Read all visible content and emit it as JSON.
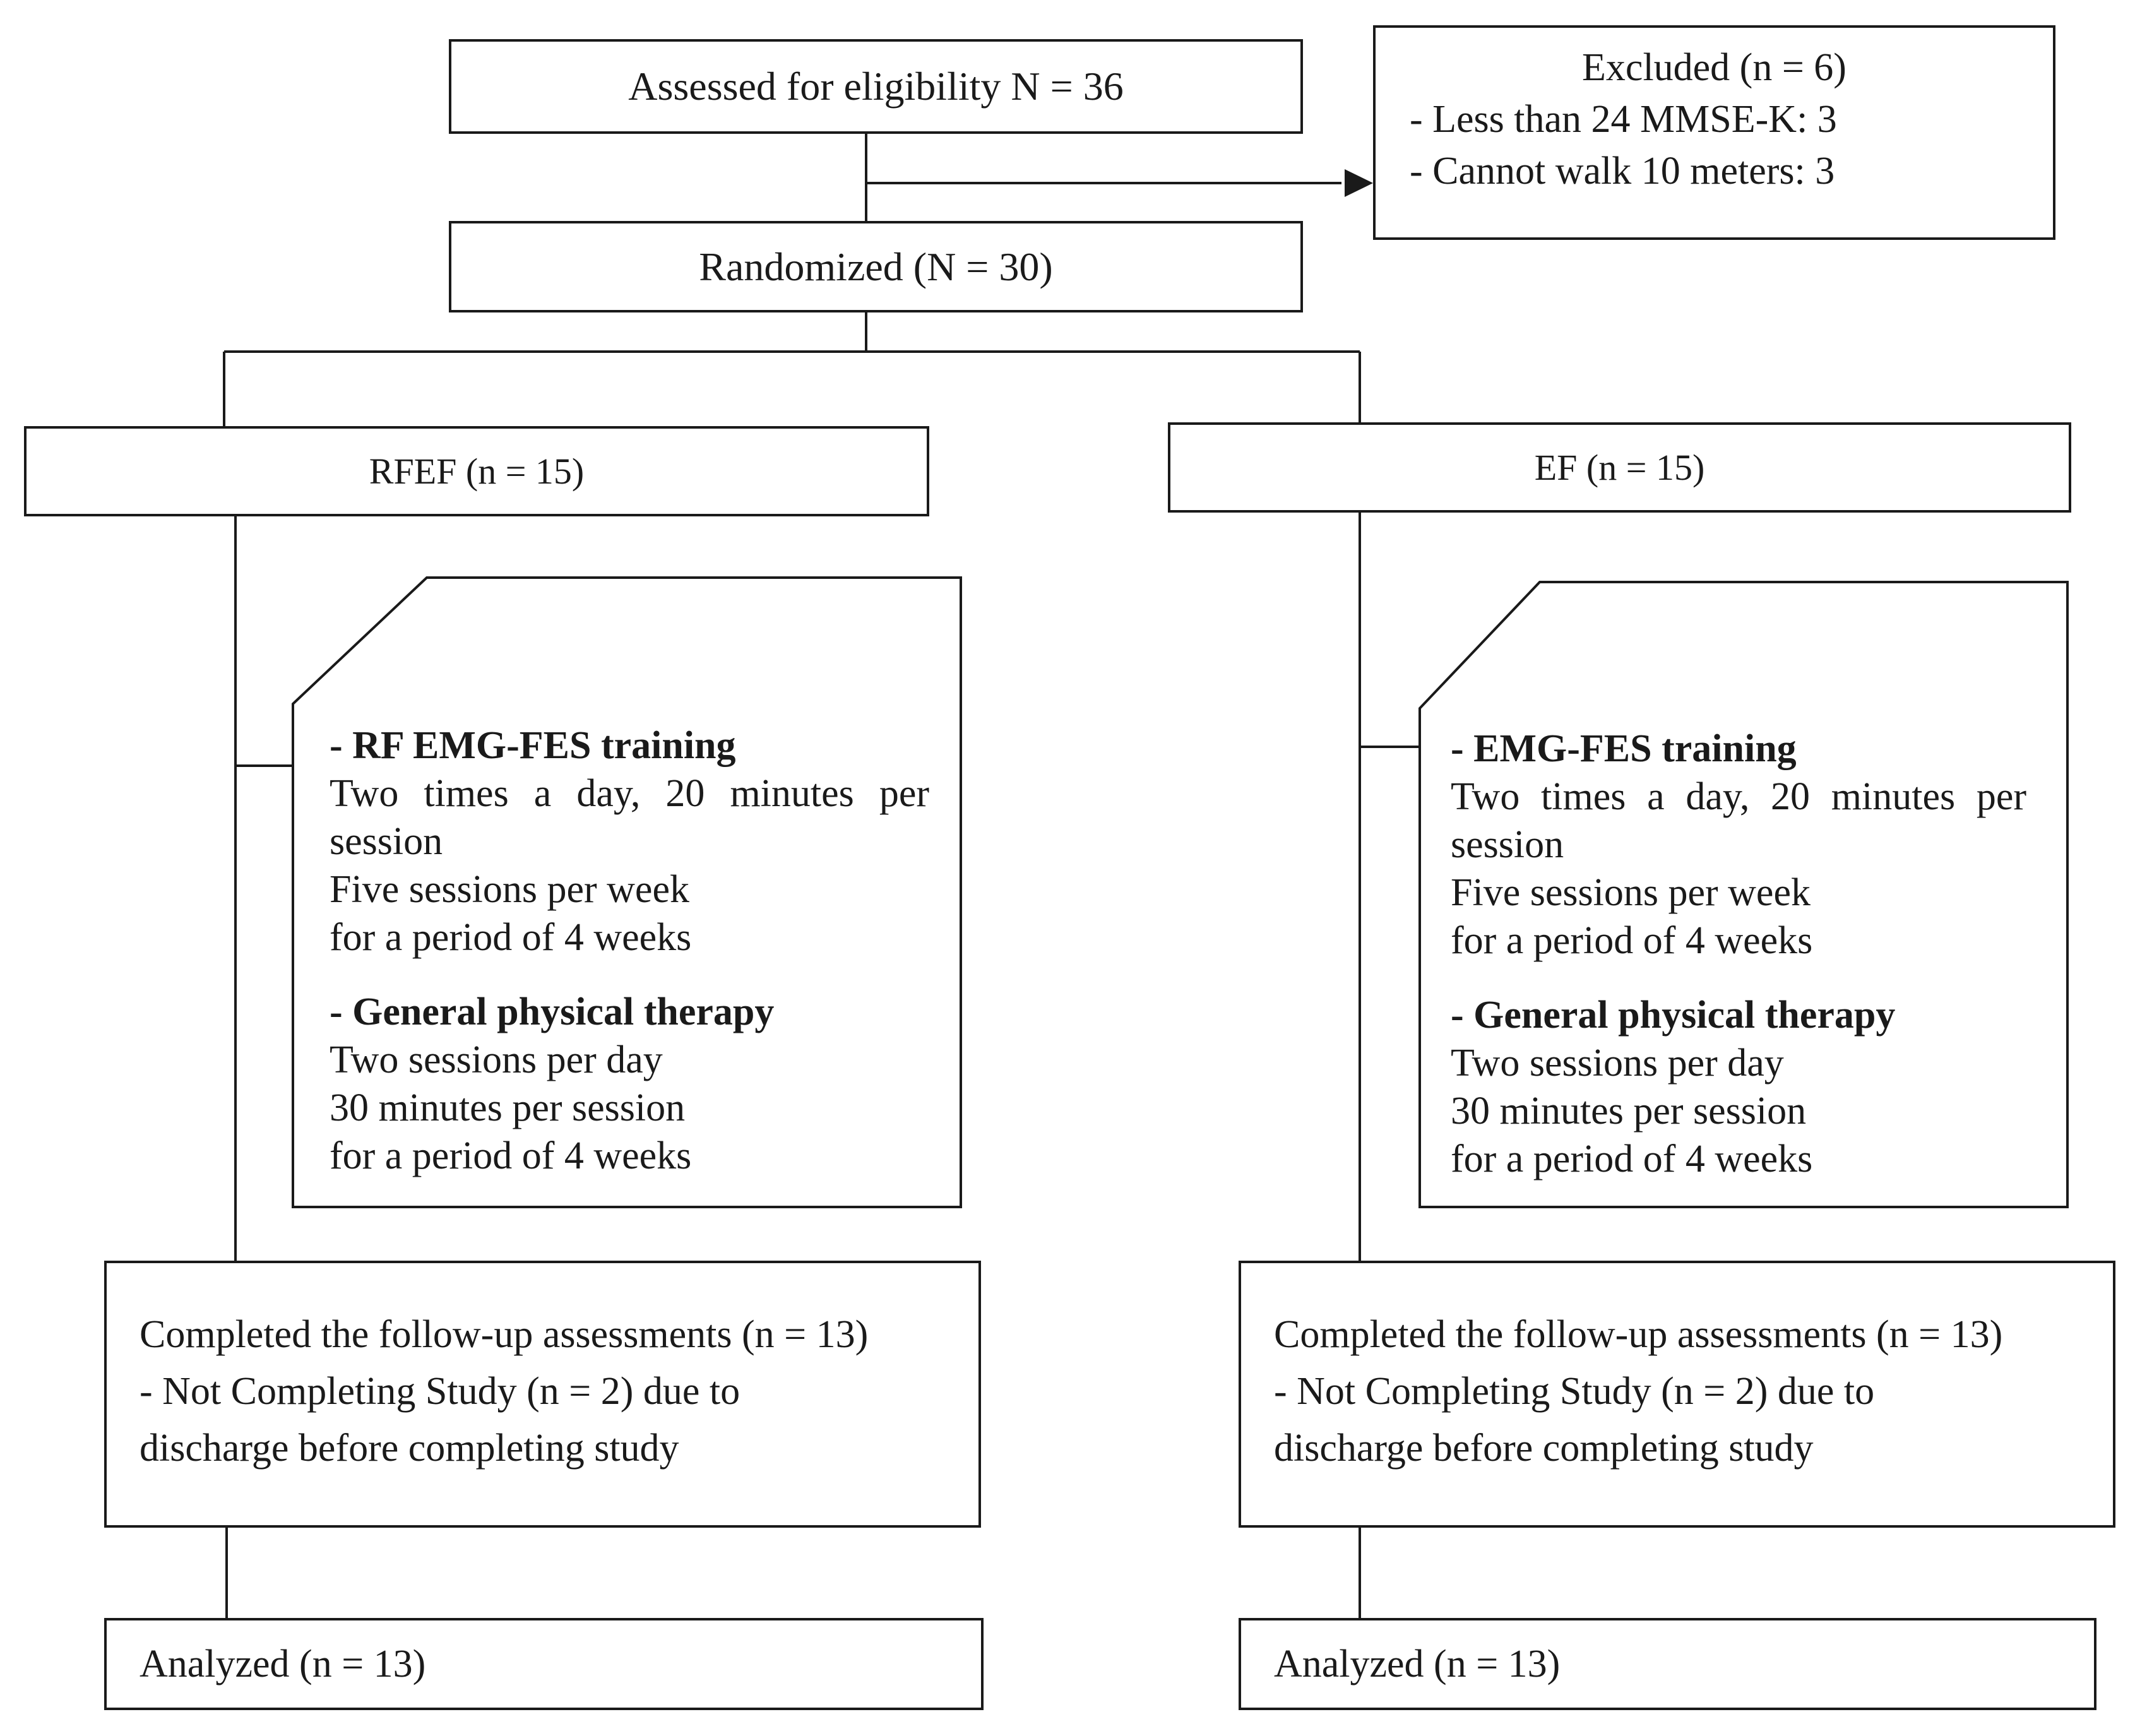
{
  "assessed": {
    "label": "Assessed for eligibility N = 36"
  },
  "excluded": {
    "title": "Excluded (n = 6)",
    "items": [
      "- Less than 24 MMSE-K: 3",
      "- Cannot walk 10 meters: 3"
    ]
  },
  "randomized": {
    "label": "Randomized (N = 30)"
  },
  "groups": [
    {
      "label": "RFEF (n = 15)",
      "intervention": {
        "heading1": "- RF EMG-FES training",
        "line1a": "Two times a day, 20 minutes per",
        "line1b": "session",
        "line1c": "Five sessions per week",
        "line1d": "for a period of 4 weeks",
        "heading2": "- General physical therapy",
        "line2a": "Two sessions per day",
        "line2b": "30 minutes per session",
        "line2c": "for a period of 4 weeks"
      },
      "followup": [
        "Completed the follow-up assessments (n = 13)",
        "- Not Completing Study (n = 2) due to",
        "discharge before completing study"
      ],
      "analyzed": "Analyzed (n = 13)"
    },
    {
      "label": "EF (n = 15)",
      "intervention": {
        "heading1": "- EMG-FES training",
        "line1a": "Two times a day, 20 minutes per",
        "line1b": "session",
        "line1c": "Five sessions per week",
        "line1d": "for a period of 4 weeks",
        "heading2": "- General physical therapy",
        "line2a": "Two sessions per day",
        "line2b": "30 minutes per session",
        "line2c": "for a period of 4 weeks"
      },
      "followup": [
        "Completed the follow-up assessments (n = 13)",
        "- Not Completing Study (n = 2) due to",
        "discharge before completing study"
      ],
      "analyzed": "Analyzed (n = 13)"
    }
  ]
}
